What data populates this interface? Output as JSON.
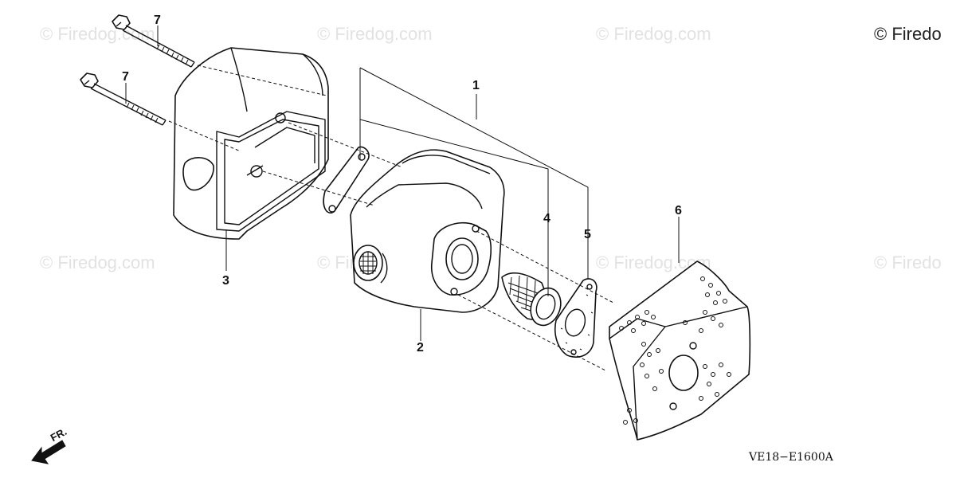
{
  "watermarks": [
    "© Firedog.com",
    "© Firedog.com",
    "© Firedog.com",
    "© Firedo",
    "© Firedog.com",
    "© Firedog.com",
    "© Firedog.com",
    "© Firedo"
  ],
  "callouts": {
    "part_1": "1",
    "part_2": "2",
    "part_3": "3",
    "part_4": "4",
    "part_5": "5",
    "part_6": "6",
    "part_7_upper": "7",
    "part_7_lower": "7"
  },
  "direction_label": "FR.",
  "diagram_code": "VE18−E1600A",
  "colors": {
    "line": "#111111",
    "watermark": "#e2e2e2",
    "background": "#ffffff"
  }
}
